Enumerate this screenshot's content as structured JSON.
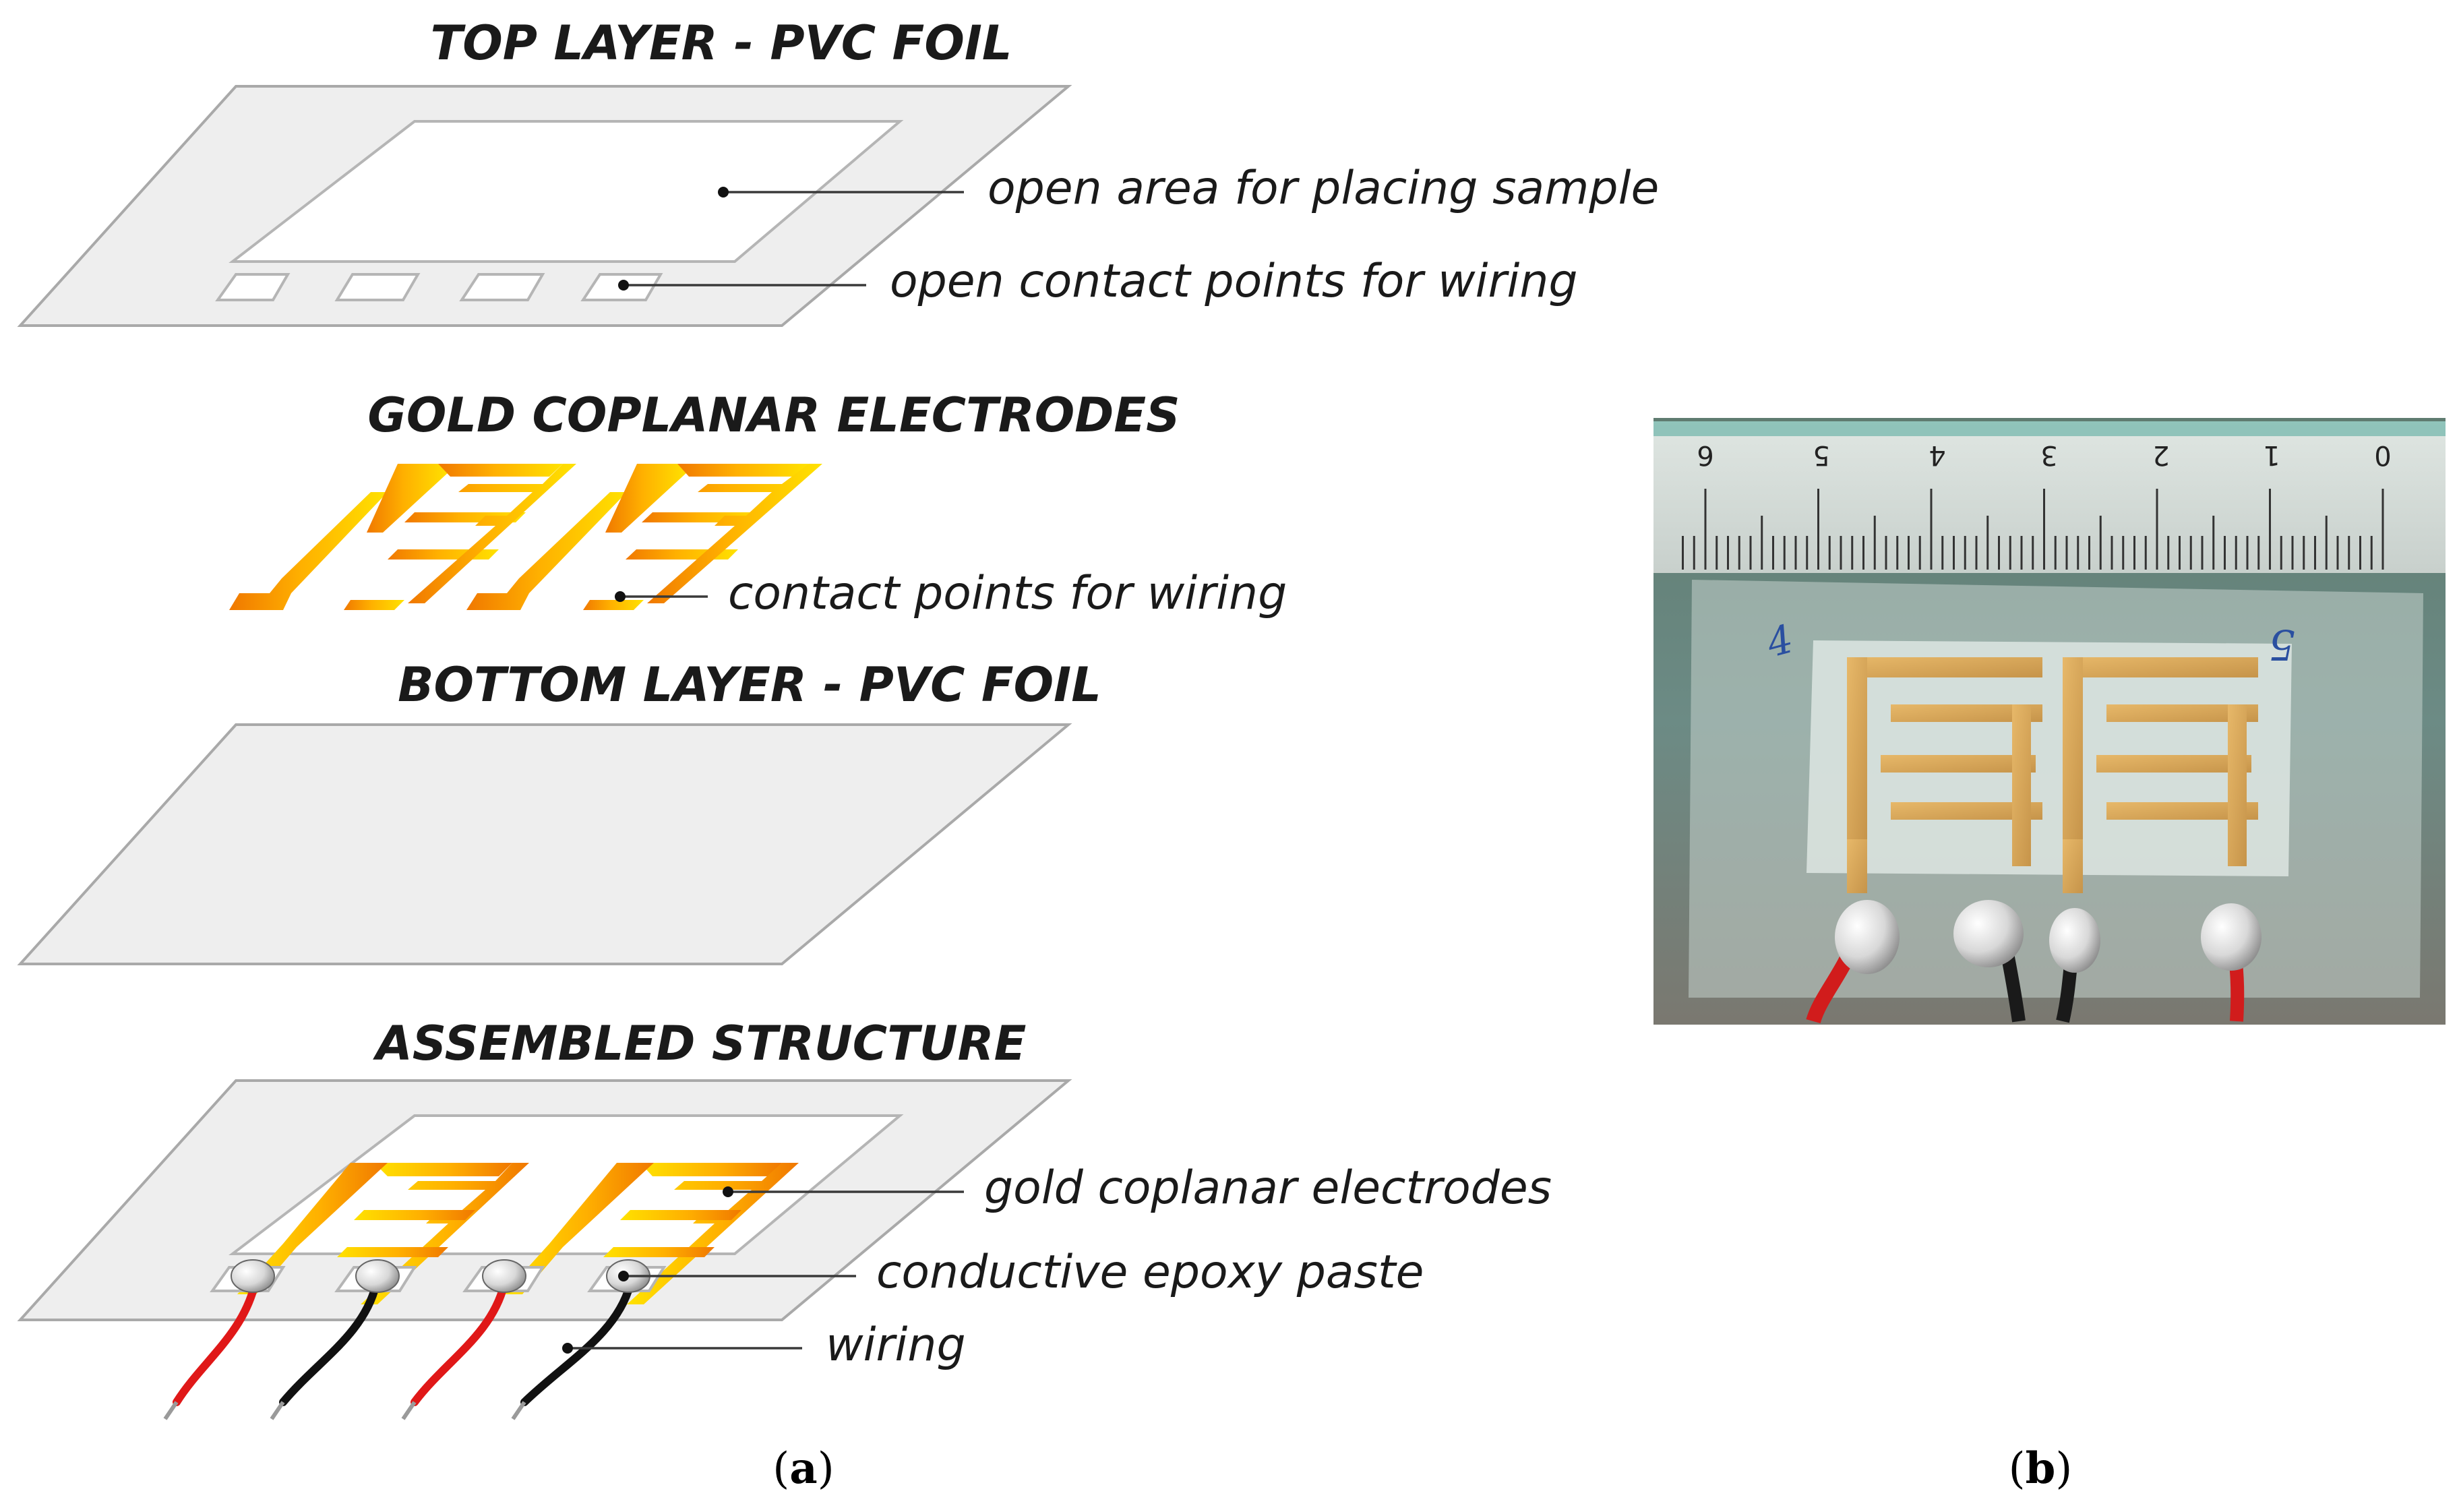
{
  "panel_a": {
    "layers": [
      {
        "title": "TOP LAYER - PVC FOIL"
      },
      {
        "title": "GOLD COPLANAR ELECTRODES"
      },
      {
        "title": "BOTTOM LAYER - PVC FOIL"
      },
      {
        "title": "ASSEMBLED STRUCTURE"
      }
    ],
    "annotations": {
      "open_area": "open area for placing sample",
      "open_contacts": "open contact points for wiring",
      "contact_points": "contact points for wiring",
      "gold_electrodes": "gold coplanar electrodes",
      "epoxy": "conductive epoxy paste",
      "wiring": "wiring"
    },
    "caption": {
      "open": "(",
      "letter": "a",
      "close": ")"
    }
  },
  "panel_b": {
    "ruler_numbers": [
      "6",
      "5",
      "4",
      "3",
      "2",
      "1",
      "0"
    ],
    "handwritten_marks": [
      "4",
      "5"
    ],
    "caption": {
      "open": "(",
      "letter": "b",
      "close": ")"
    }
  },
  "colors": {
    "gold_light": "#ffe200",
    "gold_mid": "#ffb000",
    "gold_dark": "#f07800",
    "foil": "#eeeeee",
    "wire_red": "#e01818",
    "wire_black": "#111111"
  }
}
